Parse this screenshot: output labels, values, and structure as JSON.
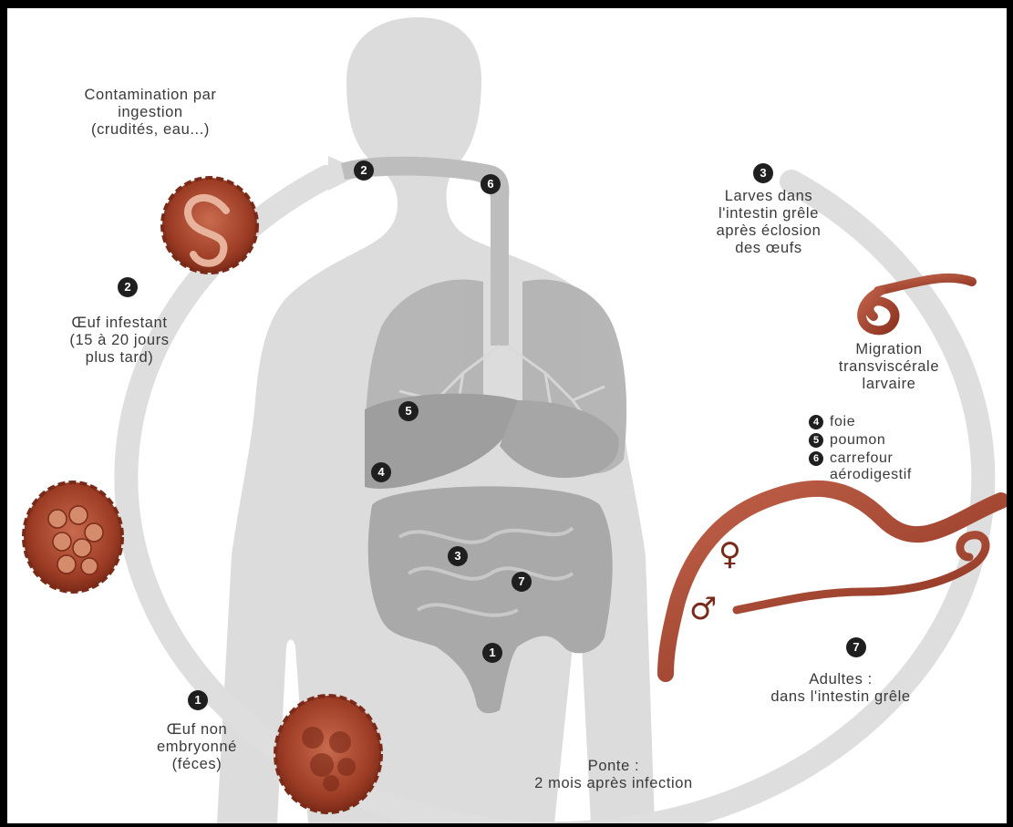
{
  "labels": {
    "ingestion": "Contamination par\ningestion\n(crudités, eau...)",
    "larves": "Larves dans\nl'intestin grêle\naprès éclosion\ndes œufs",
    "migration": "Migration\ntransviscérale\nlarvaire",
    "oeuf_infestant": "Œuf infestant\n(15 à 20 jours\nplus tard)",
    "oeuf_non": "Œuf non\nembryonné\n(féces)",
    "ponte": "Ponte :\n2 mois après infection",
    "adultes": "Adultes :\ndans l'intestin grêle"
  },
  "legend": [
    {
      "num": "4",
      "text": "foie"
    },
    {
      "num": "5",
      "text": "poumon"
    },
    {
      "num": "6",
      "text": "carrefour\naérodigestif"
    }
  ],
  "markers": {
    "ring_2": "2",
    "ring_3": "3",
    "ring_7": "7",
    "ring_1": "1",
    "body_2": "2",
    "body_6": "6",
    "body_5": "5",
    "body_4": "4",
    "body_3": "3",
    "body_7": "7",
    "body_1": "1"
  },
  "symbols": {
    "female": "♀",
    "male": "♂"
  },
  "colors": {
    "silhouette": "#dcdcdc",
    "organs": "#a9a9a9",
    "cycle_ring": "#dedede",
    "worm": "#a94a34",
    "egg": "#9c3c25",
    "marker": "#1f1f1f"
  }
}
